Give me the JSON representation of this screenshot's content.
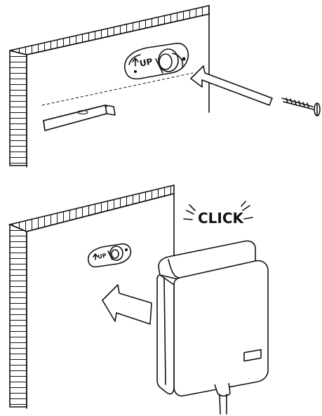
{
  "step1": {
    "bracket_label": "UP"
  },
  "step2": {
    "click_label": "CLICK",
    "bracket_label": "UP"
  }
}
